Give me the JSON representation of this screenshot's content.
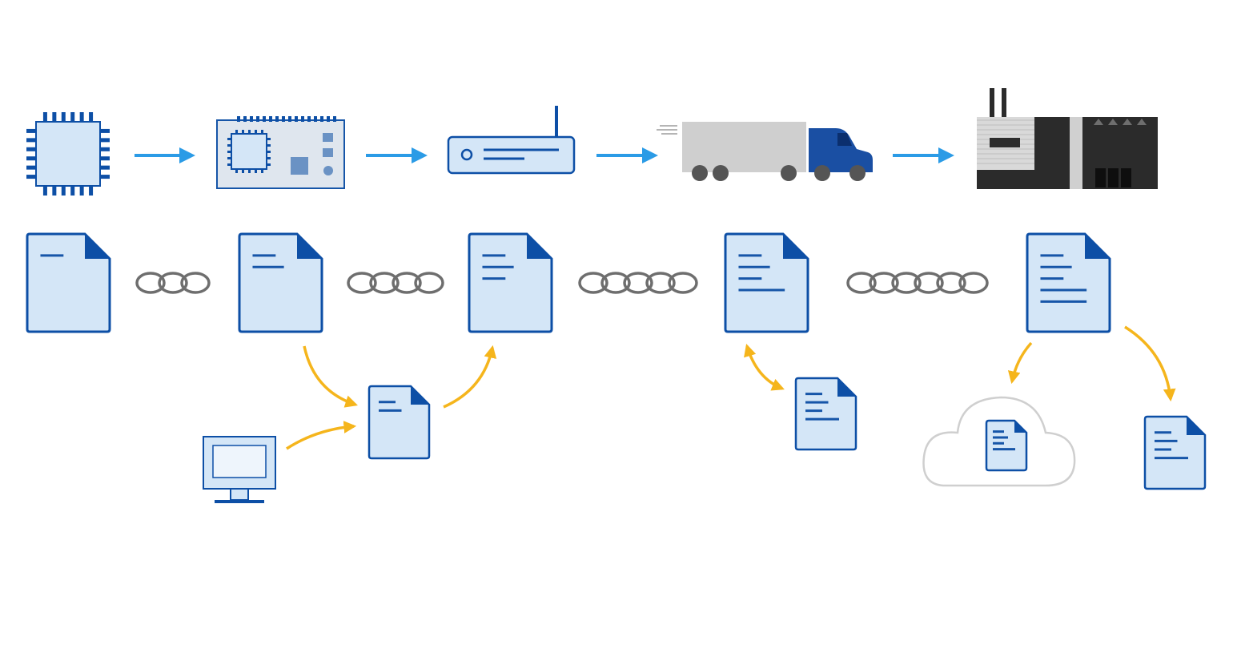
{
  "colors": {
    "doc_fill": "#d4e6f7",
    "doc_stroke": "#0d4fa6",
    "doc_line": "#1655a8",
    "flow_arrow": "#2b9be6",
    "link_arrow": "#f5b51c",
    "chain": "#6e6e6e",
    "truck_body": "#cfcfcf",
    "truck_cab": "#1a4fa3",
    "factory_dark": "#2b2b2b",
    "factory_light": "#d9d9d9",
    "cloud_stroke": "#cfcfcf",
    "board_fill": "#dfe6ee"
  },
  "supply_chain_stages": [
    {
      "name": "chip",
      "icon": "chip-icon"
    },
    {
      "name": "circuit-board",
      "icon": "circuit-board-icon"
    },
    {
      "name": "device",
      "icon": "router-icon"
    },
    {
      "name": "truck",
      "icon": "truck-icon"
    },
    {
      "name": "factory",
      "icon": "factory-icon"
    }
  ],
  "document_chain": [
    {
      "doc_lines": 1,
      "chain_links": 3
    },
    {
      "doc_lines": 2,
      "chain_links": 4
    },
    {
      "doc_lines": 3,
      "chain_links": 5
    },
    {
      "doc_lines": 4,
      "chain_links": 6
    },
    {
      "doc_lines": 5,
      "chain_links": 0
    }
  ],
  "side_items": [
    {
      "name": "computer",
      "icon": "monitor-icon"
    },
    {
      "name": "side-document-a",
      "icon": "document-icon"
    },
    {
      "name": "side-document-b",
      "icon": "document-icon"
    },
    {
      "name": "cloud",
      "icon": "cloud-icon"
    },
    {
      "name": "cloud-document",
      "icon": "document-icon"
    },
    {
      "name": "output-document",
      "icon": "document-icon"
    }
  ]
}
